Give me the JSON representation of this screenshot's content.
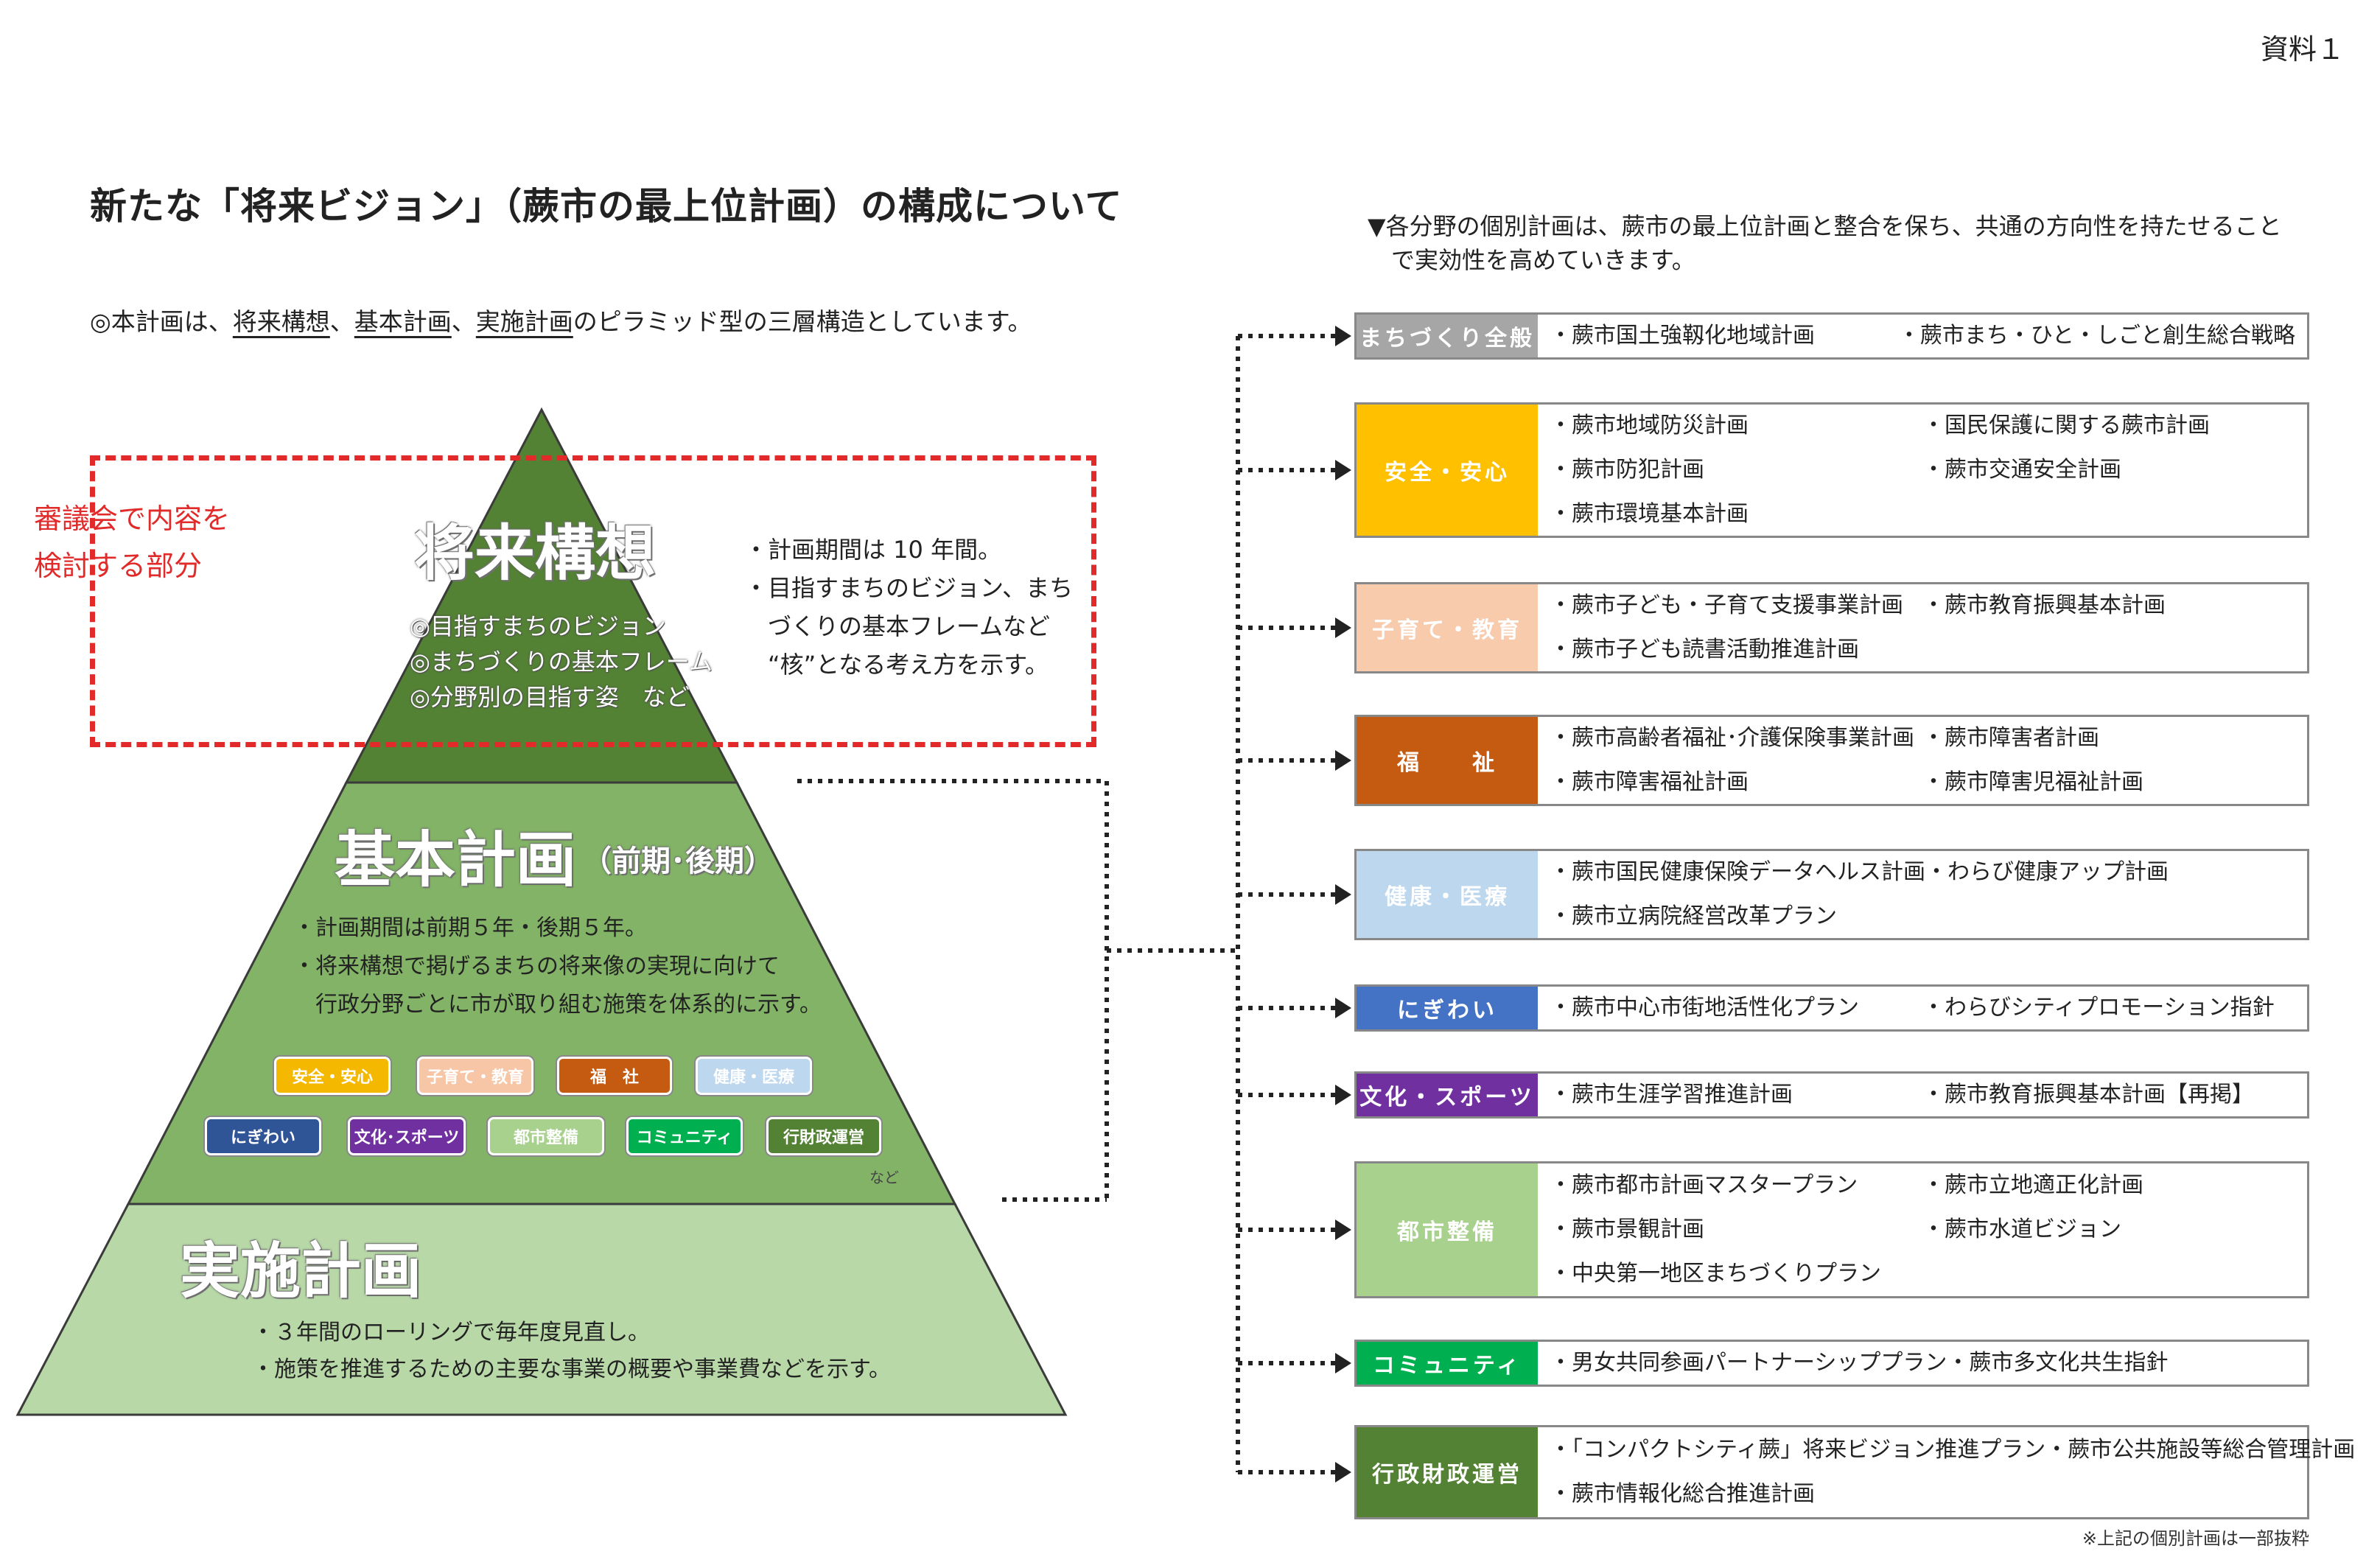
{
  "doc_no": "資料１",
  "title": "新たな「将来ビジョン」（蕨市の最上位計画）の構成について",
  "intro": {
    "prefix": "◎本計画は、",
    "term1": "将来構想",
    "sep1": "、",
    "term2": "基本計画",
    "sep2": "、",
    "term3": "実施計画",
    "suffix": "のピラミッド型の三層構造としています。"
  },
  "red_note": [
    "審議会で内容を",
    "検討する部分"
  ],
  "vision": {
    "title": "将来構想",
    "items": [
      "◎目指すまちのビジョン",
      "◎まちづくりの基本フレーム",
      "◎分野別の目指す姿　など"
    ],
    "notes": [
      "・計画期間は 10 年間。",
      "・目指すまちのビジョン、まち",
      "　づくりの基本フレームなど",
      "　“核”となる考え方を示す。"
    ]
  },
  "basic": {
    "title": "基本計画",
    "subtitle": "（前期･後期）",
    "notes": [
      "・計画期間は前期５年・後期５年。",
      "・将来構想で掲げるまちの将来像の実現に向けて",
      "　行政分野ごとに市が取り組む施策を体系的に示す。"
    ],
    "chips_row1": [
      {
        "label": "安全・安心",
        "color": "#f5b800"
      },
      {
        "label": "子育て・教育",
        "color": "#f6c6a6"
      },
      {
        "label": "福　社",
        "color": "#c55a11"
      },
      {
        "label": "健康・医療",
        "color": "#bdd7ee"
      }
    ],
    "chips_row2": [
      {
        "label": "にぎわい",
        "color": "#2f5597"
      },
      {
        "label": "文化･スポーツ",
        "color": "#7030a0"
      },
      {
        "label": "都市整備",
        "color": "#a9d18e"
      },
      {
        "label": "コミュニティ",
        "color": "#00b050"
      },
      {
        "label": "行財政運営",
        "color": "#548235"
      }
    ],
    "chips_more": "など"
  },
  "implementation": {
    "title": "実施計画",
    "notes": [
      "・３年間のローリングで毎年度見直し。",
      "・施策を推進するための主要な事業の概要や事業費などを示す。"
    ]
  },
  "right_intro": [
    "▼各分野の個別計画は、蕨市の最上位計画と整合を保ち、共通の方向性を持たせること",
    "　で実効性を高めていきます。"
  ],
  "categories": [
    {
      "label": "まちづくり全般",
      "color": "#a6a6a6",
      "items": [
        "・蕨市国土強靱化地域計画",
        "・蕨市まち・ひと・しごと創生総合戦略"
      ]
    },
    {
      "label": "安全・安心",
      "color": "#ffc000",
      "items": [
        "・蕨市地域防災計画",
        "・国民保護に関する蕨市計画",
        "・蕨市防犯計画",
        "・蕨市交通安全計画",
        "・蕨市環境基本計画"
      ]
    },
    {
      "label": "子育て・教育",
      "color": "#f8cbad",
      "items": [
        "・蕨市子ども・子育て支援事業計画",
        "・蕨市教育振興基本計画",
        "・蕨市子ども読書活動推進計画"
      ]
    },
    {
      "label": "福　　祉",
      "color": "#c55a11",
      "items": [
        "・蕨市高齢者福祉･介護保険事業計画",
        "・蕨市障害者計画",
        "・蕨市障害福祉計画",
        "・蕨市障害児福祉計画"
      ]
    },
    {
      "label": "健康・医療",
      "color": "#bdd7ee",
      "items": [
        "・蕨市国民健康保険データヘルス計画",
        "・わらび健康アップ計画",
        "・蕨市立病院経営改革プラン"
      ]
    },
    {
      "label": "にぎわい",
      "color": "#4472c4",
      "items": [
        "・蕨市中心市街地活性化プラン",
        "・わらびシティプロモーション指針"
      ]
    },
    {
      "label": "文化・スポーツ",
      "color": "#7030a0",
      "items": [
        "・蕨市生涯学習推進計画",
        "・蕨市教育振興基本計画【再掲】"
      ]
    },
    {
      "label": "都市整備",
      "color": "#a9d18e",
      "items": [
        "・蕨市都市計画マスタープラン",
        "・蕨市立地適正化計画",
        "・蕨市景観計画",
        "・蕨市水道ビジョン",
        "・中央第一地区まちづくりプラン"
      ]
    },
    {
      "label": "コミュニティ",
      "color": "#00b050",
      "items": [
        "・男女共同参画パートナーシッププラン",
        "・蕨市多文化共生指針"
      ]
    },
    {
      "label": "行政財政運営",
      "color": "#548235",
      "items": [
        "・「コンパクトシティ蕨」将来ビジョン推進プラン",
        "・蕨市公共施設等総合管理計画",
        "・蕨市情報化総合推進計画"
      ]
    }
  ],
  "footnote": "※上記の個別計画は一部抜粋"
}
